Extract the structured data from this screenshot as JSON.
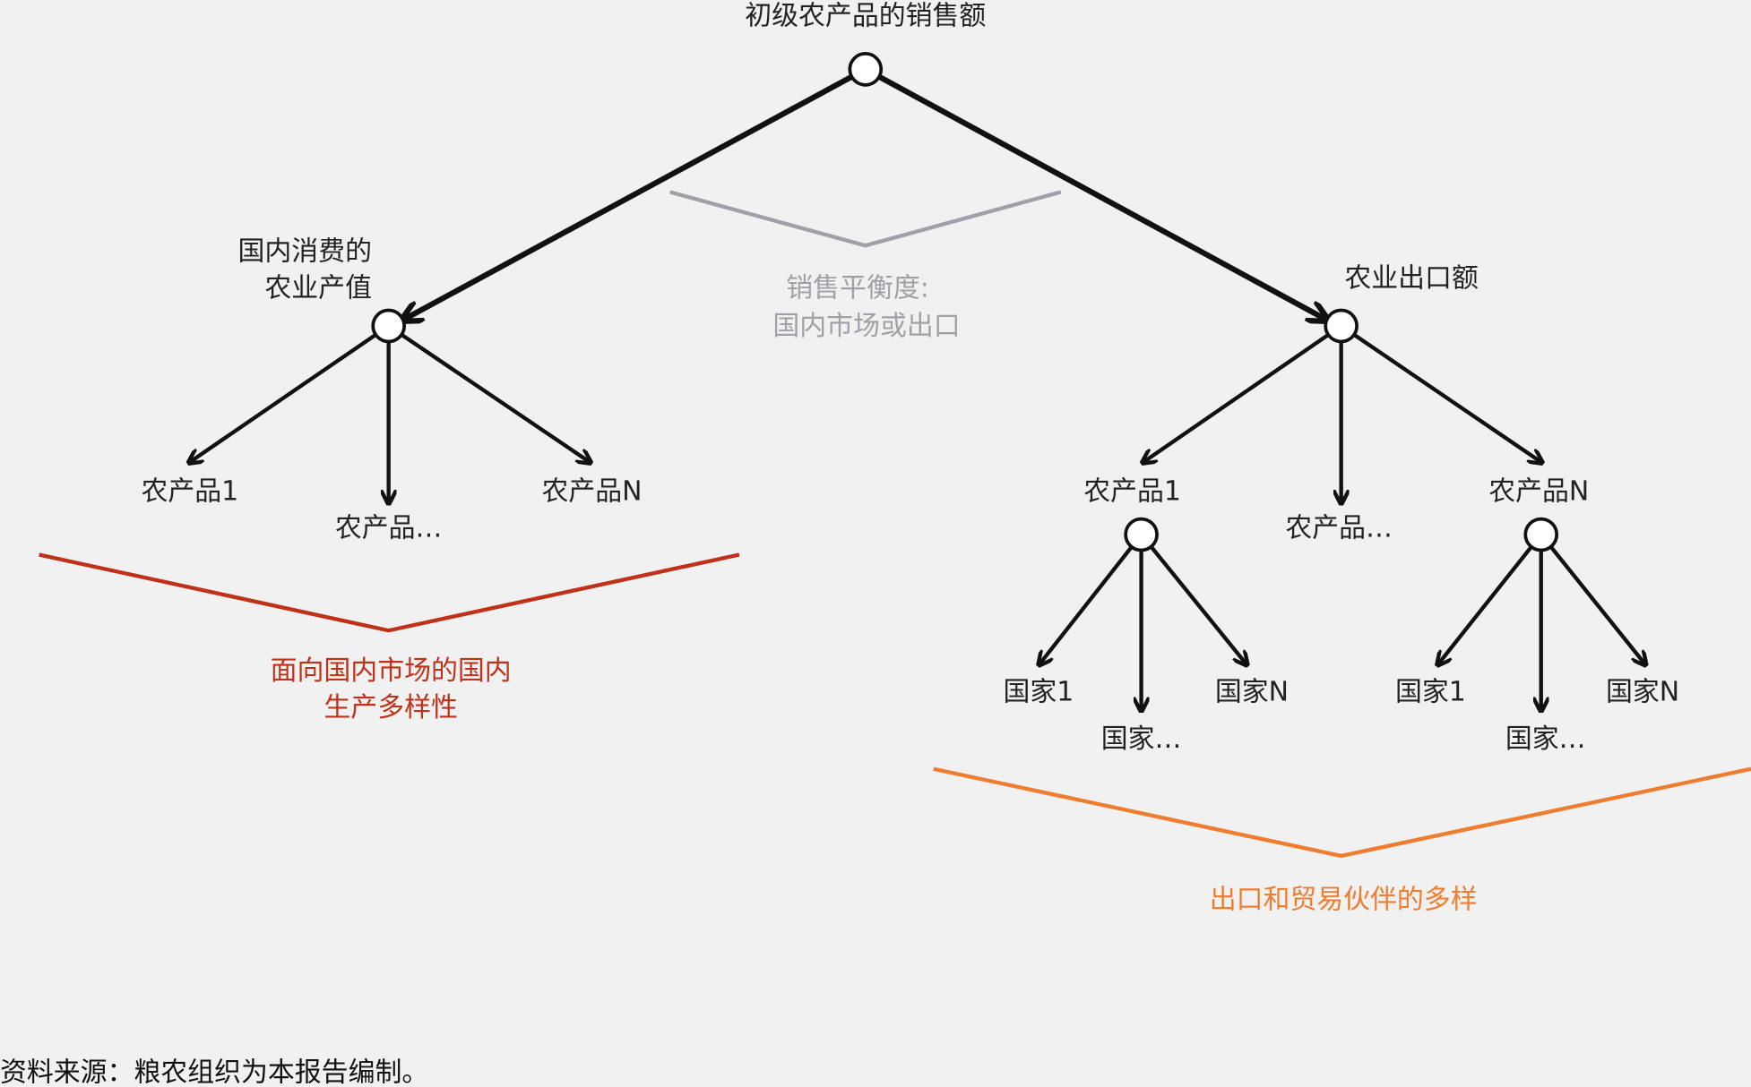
{
  "root": {
    "label": "初级农产品的销售额"
  },
  "left": {
    "label_line1": "国内消费的",
    "label_line2": "农业产值",
    "children": [
      "农产品1",
      "农产品…",
      "农产品N"
    ]
  },
  "right": {
    "label": "农业出口额",
    "children": [
      "农产品1",
      "农产品…",
      "农产品N"
    ],
    "product1_countries": [
      "国家1",
      "国家…",
      "国家N"
    ],
    "productN_countries": [
      "国家1",
      "国家…",
      "国家N"
    ]
  },
  "balance": {
    "line1": "销售平衡度:",
    "line2": "国内市场或出口"
  },
  "domestic_diversity": {
    "line1": "面向国内市场的国内",
    "line2": "生产多样性"
  },
  "export_diversity": {
    "label": "出口和贸易伙伴的多样"
  },
  "source": "资料来源：粮农组织为本报告编制。",
  "colors": {
    "gray": "#a0a0a8",
    "red": "#c0311a",
    "orange": "#ef7d30"
  }
}
